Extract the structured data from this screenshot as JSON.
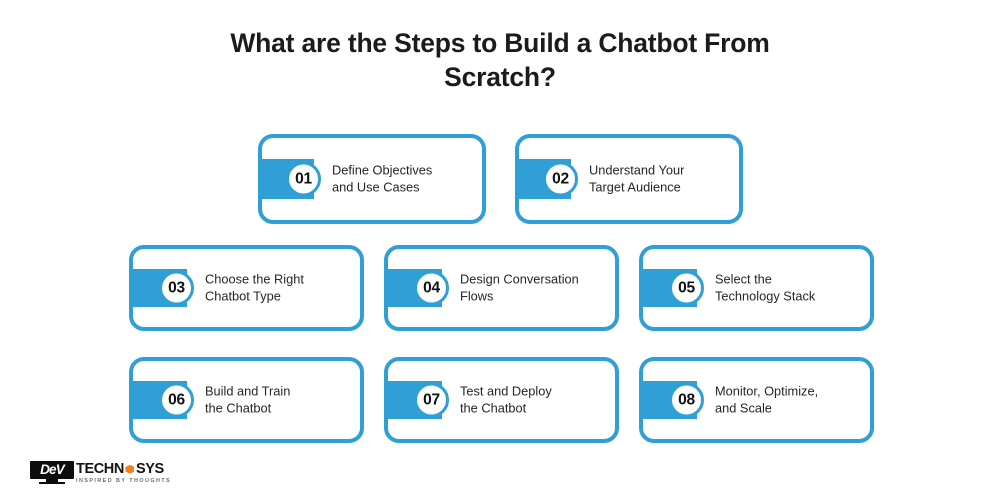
{
  "page": {
    "background_color": "#ffffff",
    "accent_color": "#2f9fd6",
    "text_color": "#262626",
    "title_color": "#1b1b1b",
    "logo_accent_color": "#f58220"
  },
  "title": {
    "line1": "What are the Steps to Build a Chatbot From",
    "line2": "Scratch?"
  },
  "steps": [
    {
      "number": "01",
      "line1": "Define Objectives",
      "line2": "and Use Cases"
    },
    {
      "number": "02",
      "line1": "Understand Your",
      "line2": "Target Audience"
    },
    {
      "number": "03",
      "line1": "Choose the Right",
      "line2": "Chatbot Type"
    },
    {
      "number": "04",
      "line1": "Design Conversation",
      "line2": "Flows"
    },
    {
      "number": "05",
      "line1": "Select the",
      "line2": "Technology Stack"
    },
    {
      "number": "06",
      "line1": "Build and Train",
      "line2": "the Chatbot"
    },
    {
      "number": "07",
      "line1": "Test and Deploy",
      "line2": "the Chatbot"
    },
    {
      "number": "08",
      "line1": "Monitor, Optimize,",
      "line2": "and Scale"
    }
  ],
  "logo": {
    "mark_text": "DeV",
    "name_part1": "TECHN",
    "name_part2": "SYS",
    "tagline": "INSPIRED BY THOUGHTS"
  }
}
